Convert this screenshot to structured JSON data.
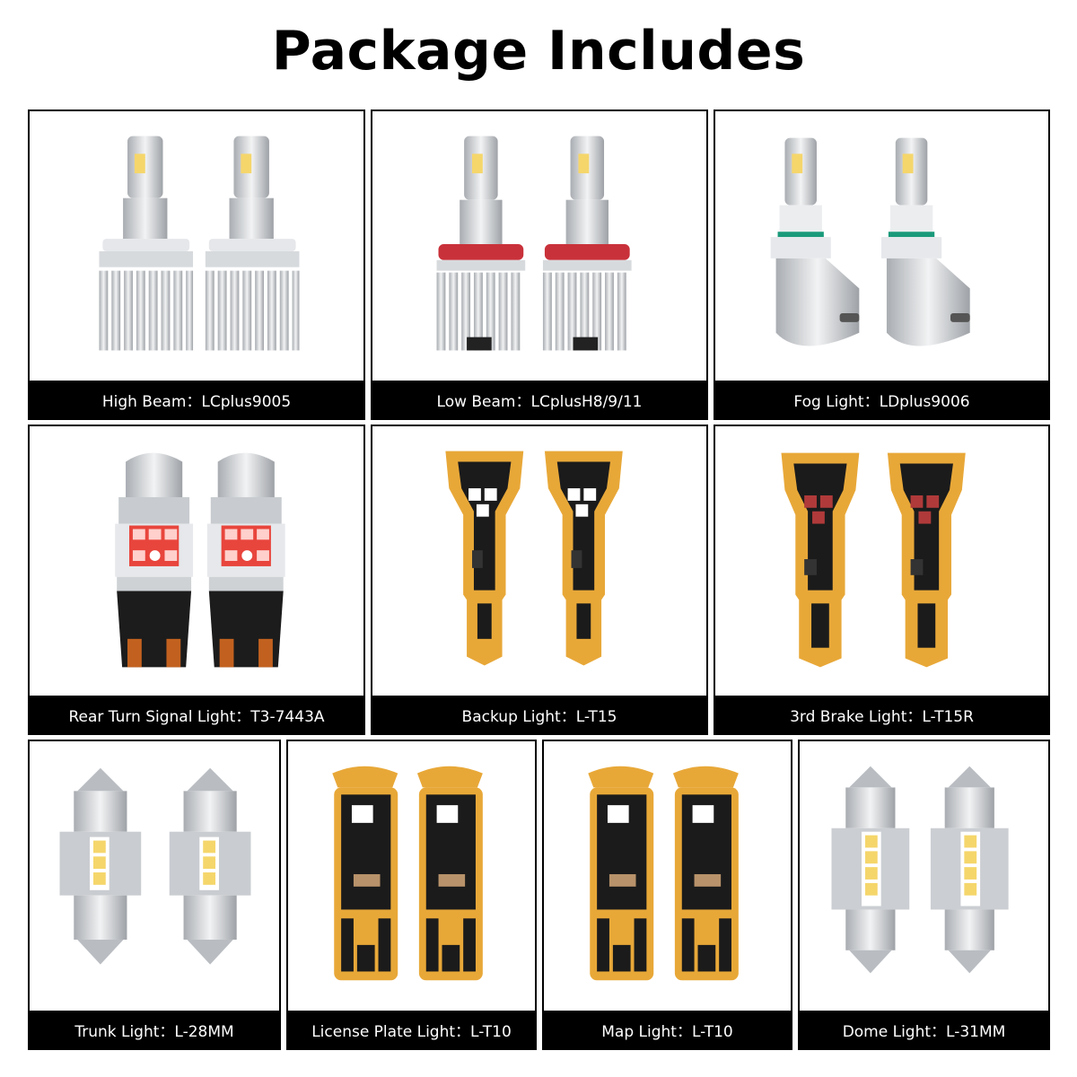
{
  "title": "Package Includes",
  "items": [
    {
      "label": "High Beam：LCplus9005"
    },
    {
      "label": "Low Beam：LCplusH8/9/11"
    },
    {
      "label": "Fog Light：LDplus9006"
    },
    {
      "label": "Rear Turn Signal Light：T3-7443A"
    },
    {
      "label": "Backup Light：L-T15"
    },
    {
      "label": "3rd Brake Light：L-T15R"
    },
    {
      "label": "Trunk Light：L-28MM"
    },
    {
      "label": "License Plate Light：L-T10"
    },
    {
      "label": "Map Light：L-T10"
    },
    {
      "label": "Dome Light：L-31MM"
    }
  ],
  "colors": {
    "caption_bg": "#000000",
    "caption_text": "#ffffff",
    "pcb_gold": "#e8a838",
    "turn_red": "#e8453c",
    "low_beam_red": "#c9313a",
    "fog_teal": "#1a9a7a"
  }
}
